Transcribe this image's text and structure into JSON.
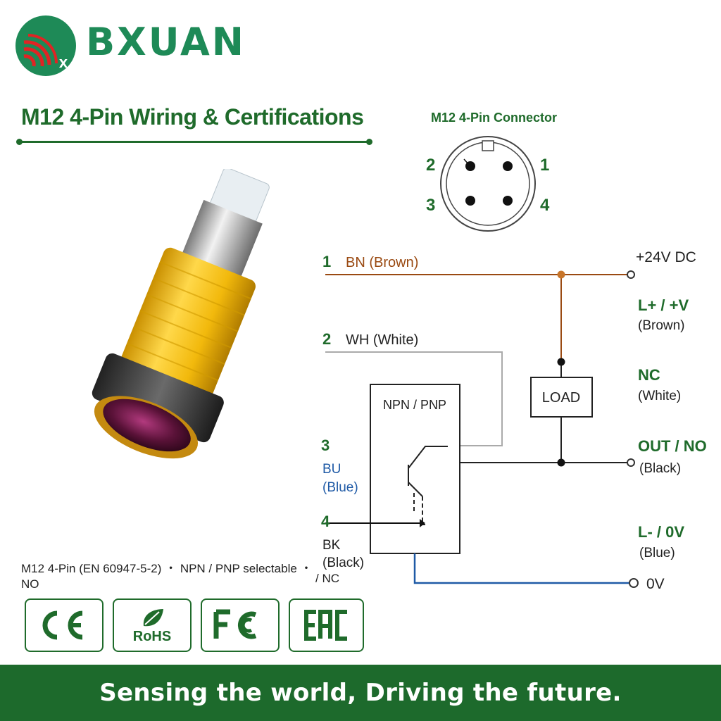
{
  "brand": {
    "name": "BXUAN",
    "logo_mark": "x"
  },
  "page": {
    "title": "M12 4-Pin Wiring & Certifications"
  },
  "connector": {
    "title": "M12 4-Pin Connector",
    "pins": [
      "1",
      "2",
      "3",
      "4"
    ]
  },
  "wires": {
    "w1": {
      "num": "1",
      "label": "BN (Brown)"
    },
    "w2": {
      "num": "2",
      "label": "WH (White)"
    },
    "w3": {
      "num": "3",
      "code": "BU",
      "name": "(Blue)"
    },
    "w4": {
      "num": "4",
      "code": "BK",
      "name": "(Black)"
    }
  },
  "circuit": {
    "sensor_box": "NPN / PNP",
    "load_box": "LOAD",
    "supply": "+24V DC",
    "ground": "0V",
    "labels": {
      "lplus": "L+ / +V",
      "lplus_sub": "(Brown)",
      "nc": "NC",
      "nc_sub": "(White)",
      "out": "OUT / NO",
      "out_sub": "(Black)",
      "lminus": "L- / 0V",
      "lminus_sub": "(Blue)"
    }
  },
  "spec": {
    "line1": "M12 4-Pin (EN 60947-5-2) ・ NPN / PNP selectable ・ NO",
    "line2": "/ NC"
  },
  "certs": [
    {
      "label": "CE",
      "icon": "ce-mark-icon"
    },
    {
      "label": "RoHS",
      "icon": "rohs-leaf-icon"
    },
    {
      "label": "FC",
      "icon": "fcc-mark-icon"
    },
    {
      "label": "EAC",
      "icon": "eac-mark-icon"
    }
  ],
  "footer": {
    "slogan": "Sensing the world, Driving the future."
  },
  "colors": {
    "brand_green": "#1e8a57",
    "dark_green": "#1f6b2b",
    "brown": "#9a4a12",
    "blue": "#1f5aa6",
    "sensor_yellow": "#f2c21b"
  }
}
